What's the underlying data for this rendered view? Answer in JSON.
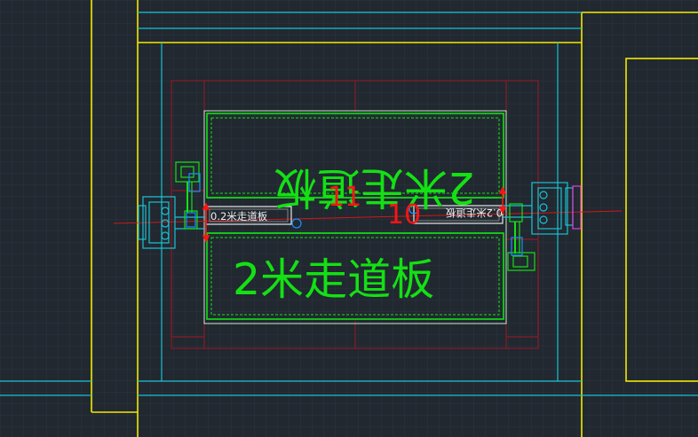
{
  "app": {
    "type": "CAD drawing viewport"
  },
  "colors": {
    "background": "#212830",
    "grid": "#2c3540",
    "yellow": "#f2e900",
    "cyan": "#19c2d2",
    "green": "#14e014",
    "red": "#ff1414",
    "maroon": "#7a1d28",
    "white": "#e8e8e8",
    "magenta": "#e040e0"
  },
  "labels": {
    "plate_top": "2米走道板",
    "plate_bottom": "2米走道板",
    "small_left": "0.2米走道板",
    "small_right": "0.2米走道板",
    "dim_left": "11",
    "dim_right": "10"
  }
}
